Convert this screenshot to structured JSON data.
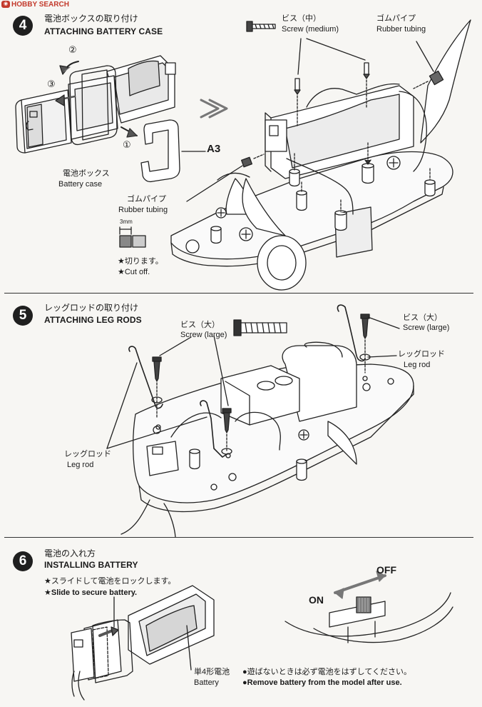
{
  "watermark": {
    "text": "HOBBY SEARCH"
  },
  "step4": {
    "num": "4",
    "title_jp": "電池ボックスの取り付け",
    "title_en": "ATTACHING BATTERY CASE",
    "screw_jp": "ビス（中）",
    "screw_en": "Screw (medium)",
    "tubing_jp": "ゴムパイプ",
    "tubing_en": "Rubber tubing",
    "battery_case_jp": "電池ボックス",
    "battery_case_en": "Battery case",
    "part_label": "A3",
    "tubing2_jp": "ゴムパイプ",
    "tubing2_en": "Rubber tubing",
    "cut_size": "3mm",
    "cutoff_jp": "★切ります。",
    "cutoff_en": "★Cut off.",
    "markers": [
      "①",
      "②",
      "③"
    ]
  },
  "step5": {
    "num": "5",
    "title_jp": "レッグロッドの取り付け",
    "title_en": "ATTACHING LEG RODS",
    "screw_large_jp": "ビス（大）",
    "screw_large_en": "Screw (large)",
    "screw_large2_jp": "ビス（大）",
    "screw_large2_en": "Screw (large)",
    "legrod_jp": "レッグロッド",
    "legrod_en": "Leg rod",
    "legrod2_jp": "レッグロッド",
    "legrod2_en": "Leg rod"
  },
  "step6": {
    "num": "6",
    "title_jp": "電池の入れ方",
    "title_en": "INSTALLING BATTERY",
    "slide_jp": "★スライドして電池をロックします。",
    "slide_en": "★Slide to secure battery.",
    "battery_jp": "単4形電池",
    "battery_en": "Battery",
    "remove_jp": "●遊ばないときは必ず電池をはずしてください。",
    "remove_en": "●Remove battery from the model after use.",
    "off": "OFF",
    "on": "ON"
  }
}
